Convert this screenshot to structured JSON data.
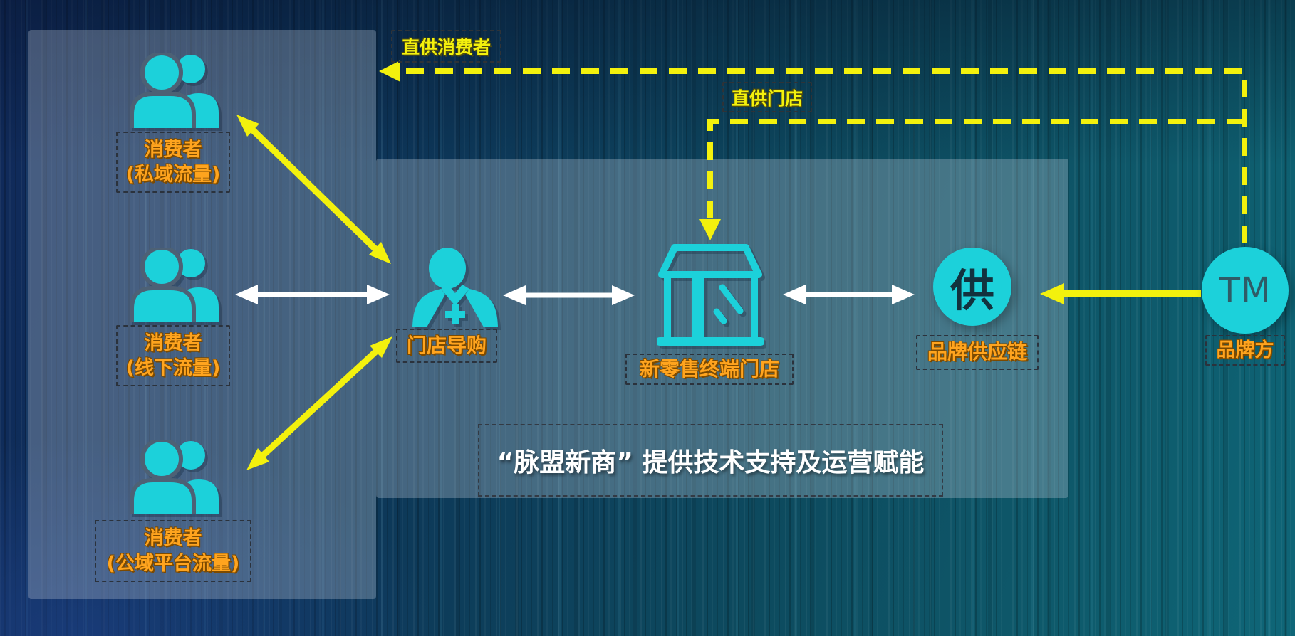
{
  "flow_labels": {
    "direct_consumer": "直供消费者",
    "direct_store": "直供门店"
  },
  "nodes": {
    "consumer_private": {
      "title": "消费者",
      "subtitle": "(私域流量)"
    },
    "consumer_offline": {
      "title": "消费者",
      "subtitle": "(线下流量)"
    },
    "consumer_public": {
      "title": "消费者",
      "subtitle": "(公域平台流量)"
    },
    "store_guide": {
      "label": "门店导购"
    },
    "retail_store": {
      "label": "新零售终端门店"
    },
    "brand_supply_chain": {
      "label": "品牌供应链",
      "badge": "供"
    },
    "brand_owner": {
      "label": "品牌方",
      "badge": "TM"
    }
  },
  "banner": {
    "text": "“脉盟新商” 提供技术支持及运营赋能"
  },
  "colors": {
    "icon_cyan": "#1CD1DA",
    "label_orange": "#FFA41E",
    "arrow_yellow": "#F3F10D",
    "arrow_white": "#FFFFFF",
    "panel_overlay": "rgba(198,208,222,0.30)"
  }
}
